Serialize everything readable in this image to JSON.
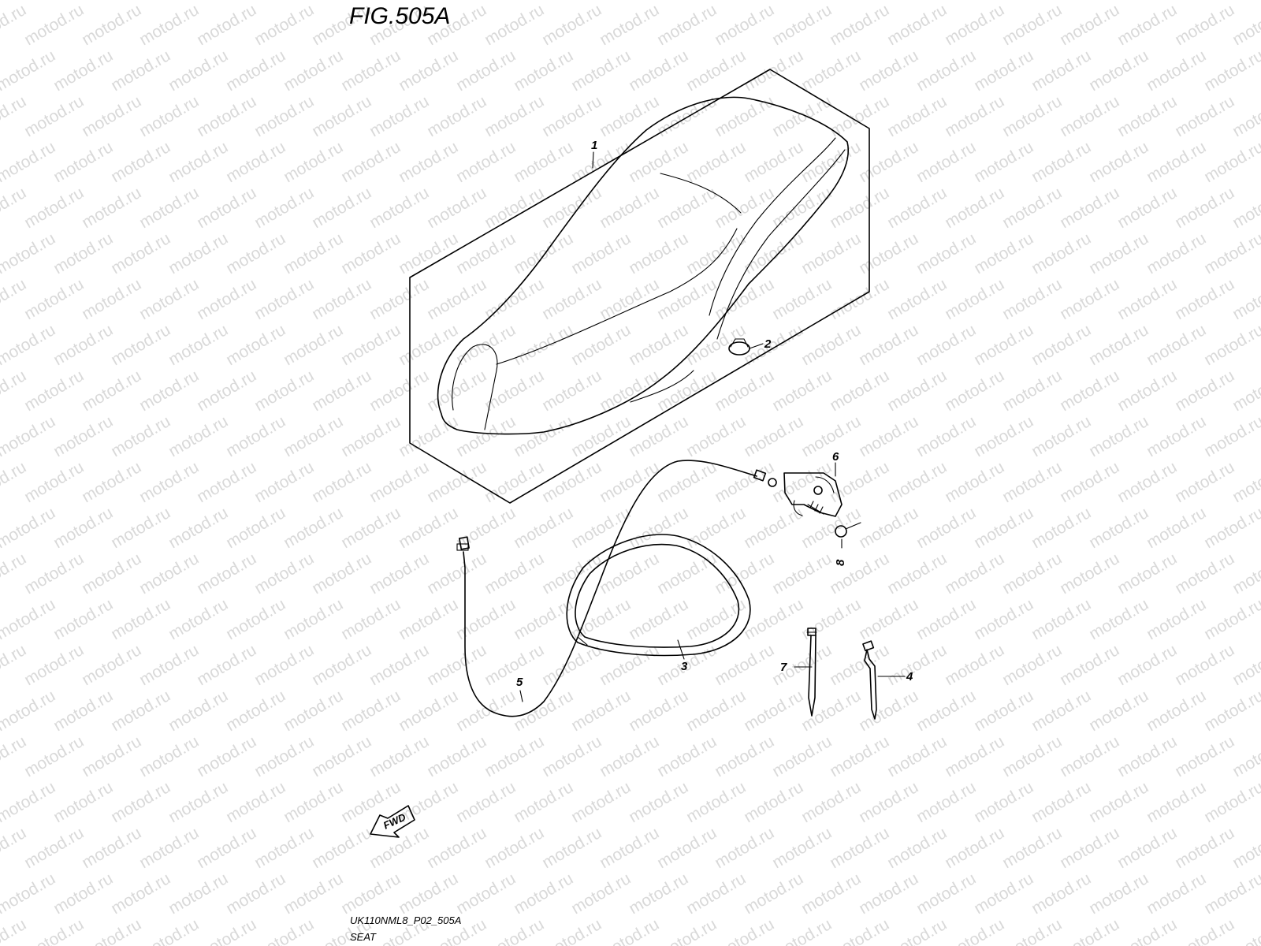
{
  "figure": {
    "title": "FIG.505A",
    "code": "UK110NML8_P02_505A",
    "caption": "SEAT"
  },
  "watermark": {
    "text": "motod.ru",
    "color": "#d9d9d9"
  },
  "fwd_label": "FWD",
  "callouts": {
    "c1": "1",
    "c2": "2",
    "c3": "3",
    "c4": "4",
    "c5": "5",
    "c6": "6",
    "c7": "7",
    "c8": "8"
  }
}
